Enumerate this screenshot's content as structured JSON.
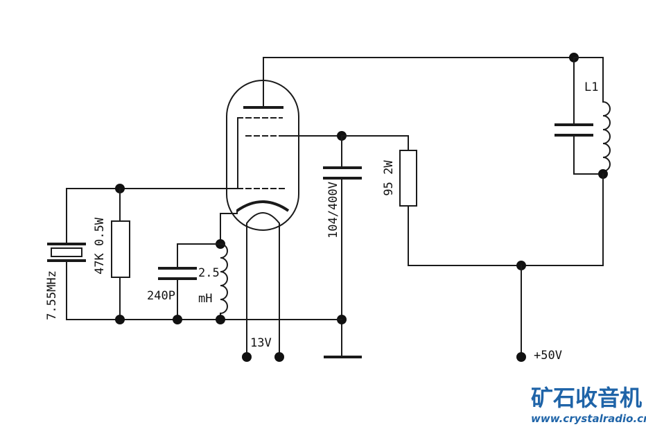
{
  "labels": {
    "crystal": "7.55MHz",
    "grid_resistor": "47K 0.5W",
    "capacitor": "240P",
    "choke_value": "2.5",
    "choke_unit": "mH",
    "heater": "13V",
    "bypass_cap": "104/400V",
    "screen_resistor": "95 2W",
    "coil": "L1",
    "supply": "+50V"
  },
  "watermark": {
    "cn": "矿石收音机",
    "url": "www.crystalradio.cn"
  },
  "colors": {
    "line": "#1a1a1a",
    "watermark": "#1f64a8"
  }
}
